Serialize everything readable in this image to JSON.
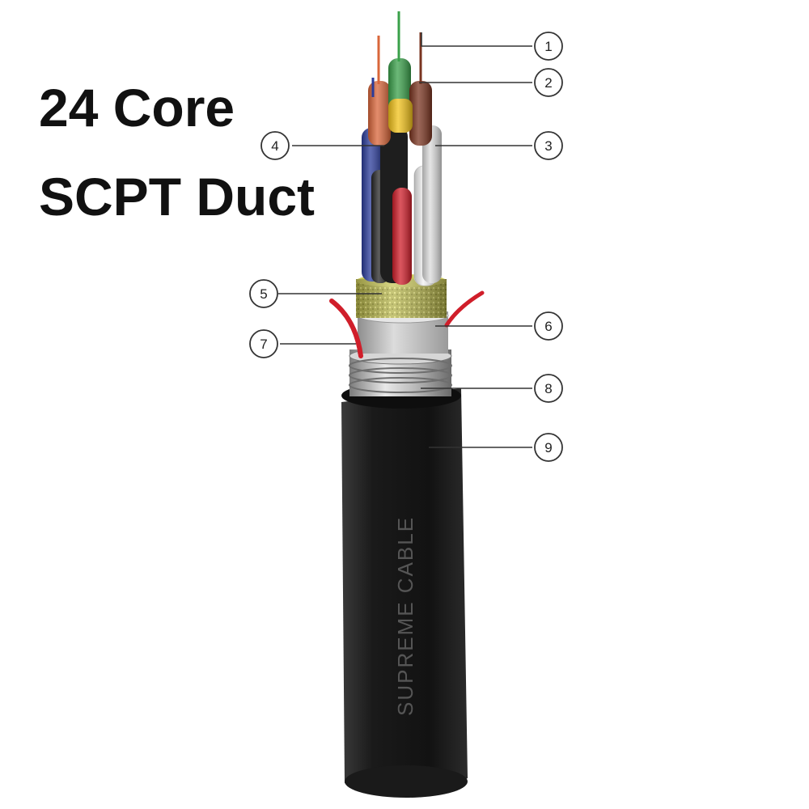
{
  "title": {
    "line1": "24 Core",
    "line2": "SCPT Duct"
  },
  "jacket_print": "SUPREME CABLE",
  "callouts": [
    "1",
    "2",
    "3",
    "4",
    "5",
    "6",
    "7",
    "8",
    "9"
  ],
  "colors": {
    "jacket": "#1f1f1f",
    "tube_green": "#3aa04a",
    "tube_orange": "#d9663a",
    "tube_brown": "#7a3420",
    "tube_yellow": "#f2c21a",
    "tube_blue": "#2a3b9a",
    "tube_red": "#d01e2a",
    "tube_white": "#f2f2f2",
    "tube_black": "#222222",
    "aramid_yarn": "#b9b84a",
    "ripcord": "#d01e2a",
    "steel_tape": "#a9a9a9"
  }
}
